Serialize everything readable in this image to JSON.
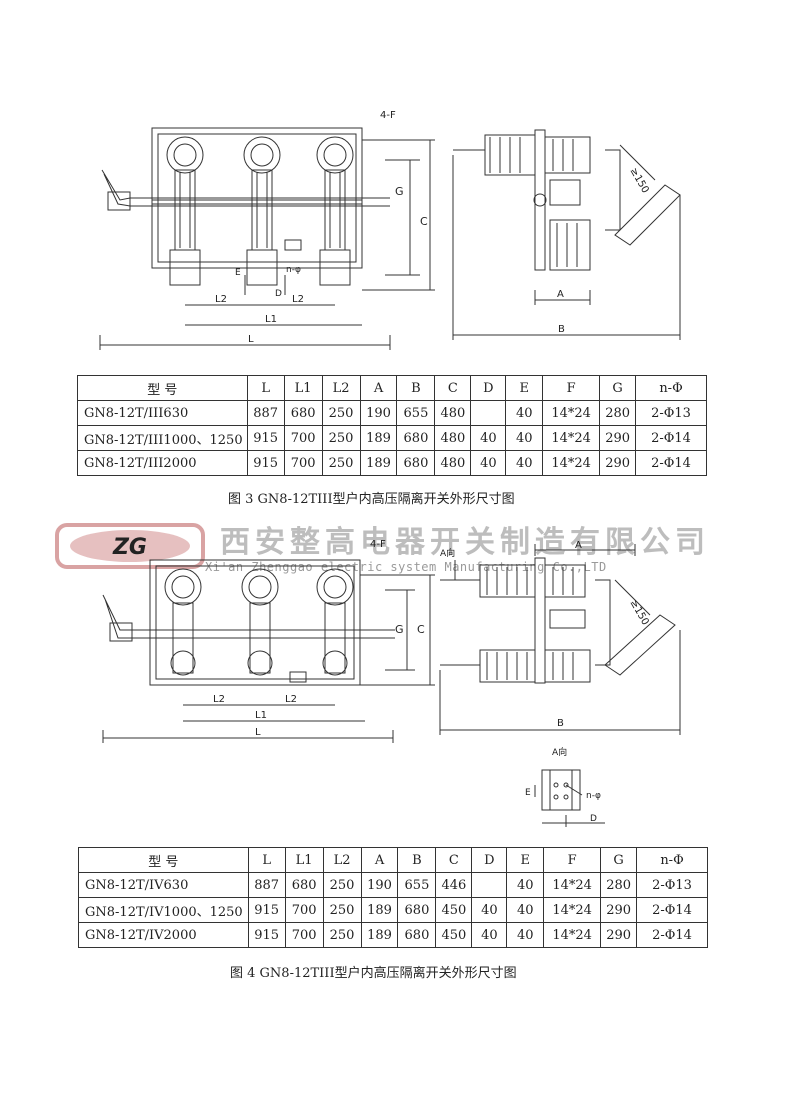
{
  "figure3": {
    "labels": {
      "f": "4-F",
      "g": "G",
      "c": "C",
      "e": "E",
      "nphi": "n-φ",
      "d": "D",
      "l2a": "L2",
      "l2b": "L2",
      "l1": "L1",
      "l": "L",
      "ge150": "≥150",
      "a": "A",
      "b": "B"
    },
    "caption": "图 3   GN8-12TIII型户内高压隔离开关外形尺寸图"
  },
  "figure4": {
    "labels": {
      "f": "4-F",
      "aview": "A向",
      "g": "G",
      "c": "C",
      "l2a": "L2",
      "l2b": "L2",
      "l1": "L1",
      "l": "L",
      "a": "A",
      "ge150": "≥150",
      "b": "B"
    },
    "detail": {
      "title": "A向",
      "e": "E",
      "nphi": "n-φ",
      "d": "D"
    },
    "caption": "图 4   GN8-12TIII型户内高压隔离开关外形尺寸图"
  },
  "table3": {
    "headers": [
      "型  号",
      "L",
      "L1",
      "L2",
      "A",
      "B",
      "C",
      "D",
      "E",
      "F",
      "G",
      "n-Φ"
    ],
    "rows": [
      [
        "GN8-12T/III630",
        "887",
        "680",
        "250",
        "190",
        "655",
        "480",
        "",
        "40",
        "14*24",
        "280",
        "2-Φ13"
      ],
      [
        "GN8-12T/III1000、1250",
        "915",
        "700",
        "250",
        "189",
        "680",
        "480",
        "40",
        "40",
        "14*24",
        "290",
        "2-Φ14"
      ],
      [
        "GN8-12T/III2000",
        "915",
        "700",
        "250",
        "189",
        "680",
        "480",
        "40",
        "40",
        "14*24",
        "290",
        "2-Φ14"
      ]
    ]
  },
  "table4": {
    "headers": [
      "型  号",
      "L",
      "L1",
      "L2",
      "A",
      "B",
      "C",
      "D",
      "E",
      "F",
      "G",
      "n-Φ"
    ],
    "rows": [
      [
        "GN8-12T/IV630",
        "887",
        "680",
        "250",
        "190",
        "655",
        "446",
        "",
        "40",
        "14*24",
        "280",
        "2-Φ13"
      ],
      [
        "GN8-12T/IV1000、1250",
        "915",
        "700",
        "250",
        "189",
        "680",
        "450",
        "40",
        "40",
        "14*24",
        "290",
        "2-Φ14"
      ],
      [
        "GN8-12T/IV2000",
        "915",
        "700",
        "250",
        "189",
        "680",
        "450",
        "40",
        "40",
        "14*24",
        "290",
        "2-Φ14"
      ]
    ]
  },
  "watermark": {
    "logo_text": "ZG",
    "company_cn": "西安整高电器开关制造有限公司",
    "company_en": "Xi'an Zhenggao electric system Manufacturing Co.,LTD"
  },
  "colors": {
    "watermark_red": "#d9a3a3",
    "watermark_gray": "#bdbdbd",
    "line": "#333333"
  }
}
